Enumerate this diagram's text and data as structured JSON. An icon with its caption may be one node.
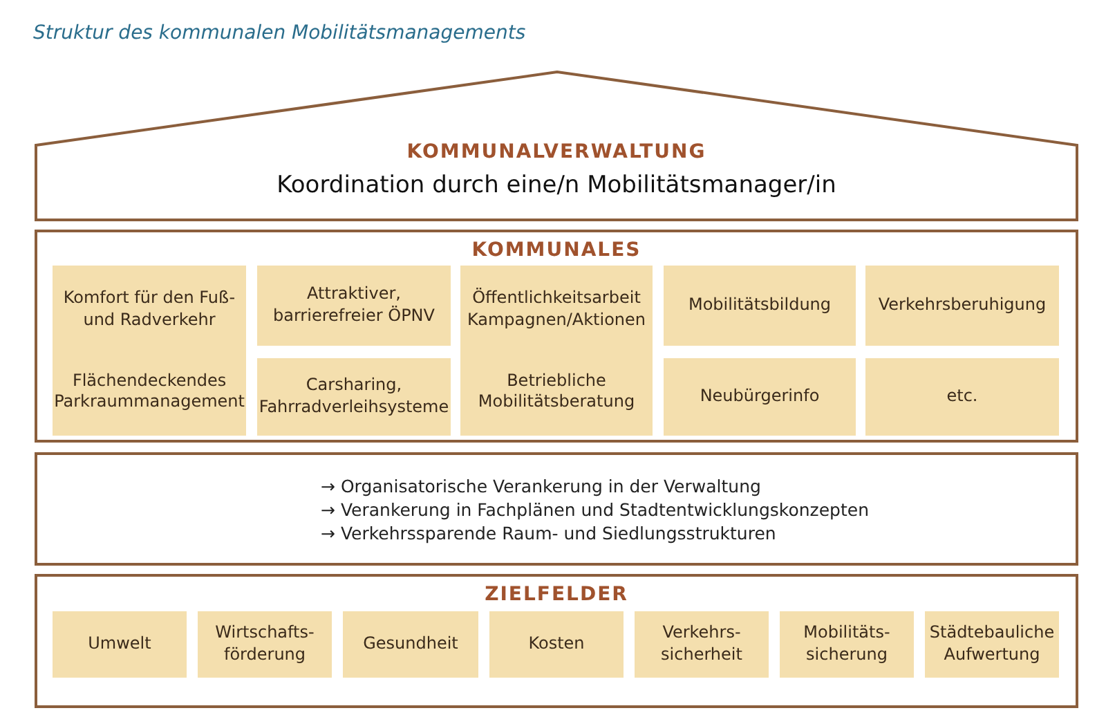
{
  "diagram": {
    "title": "Struktur des kommunalen Mobilitätsmanagements",
    "nodes": [
      {
        "text": [
          "KOMMUNALVERWALTUNG",
          "Koordination durch eine/n Mobilitätsmanager/in"
        ]
      },
      {
        "text": [
          "KOMMUNALES"
        ]
      },
      {
        "text": [
          "Komfort für den Fuß- und Radverkehr",
          "Flächendeckendes Parkraummanagement"
        ],
        "in": 1
      },
      {
        "text": [
          "Attraktiver, barrierefreier ÖPNV"
        ],
        "in": 1
      },
      {
        "text": [
          "Carsharing, Fahrradverleihsysteme"
        ],
        "in": 1
      },
      {
        "text": [
          "Öffentlichkeitsarbeit Kampagnen/Aktionen",
          "Betriebliche Mobilitätsberatung"
        ],
        "in": 1
      },
      {
        "text": [
          "Mobilitätsbildung"
        ],
        "in": 1
      },
      {
        "text": [
          "Neubürgerinfo"
        ],
        "in": 1
      },
      {
        "text": [
          "Verkehrsberuhigung"
        ],
        "in": 1
      },
      {
        "text": [
          "etc."
        ],
        "in": 1
      },
      {
        "text": [
          "→ Organisatorische Verankerung in der Verwaltung",
          "→ Verankerung in Fachplänen und Stadtentwicklungskonzepten",
          "→ Verkehrssparende Raum- und Siedlungsstrukturen"
        ]
      },
      {
        "text": [
          "ZIELFELDER"
        ]
      },
      {
        "text": [
          "Umwelt"
        ],
        "in": 11
      },
      {
        "text": [
          "Wirtschafts- förderung"
        ],
        "in": 11
      },
      {
        "text": [
          "Gesundheit"
        ],
        "in": 11
      },
      {
        "text": [
          "Kosten"
        ],
        "in": 11
      },
      {
        "text": [
          "Verkehrs- sicherheit"
        ],
        "in": 11
      },
      {
        "text": [
          "Mobilitäts- sicherung"
        ],
        "in": 11
      },
      {
        "text": [
          "Städtebauliche Aufwertung"
        ],
        "in": 11
      }
    ],
    "edges": []
  }
}
